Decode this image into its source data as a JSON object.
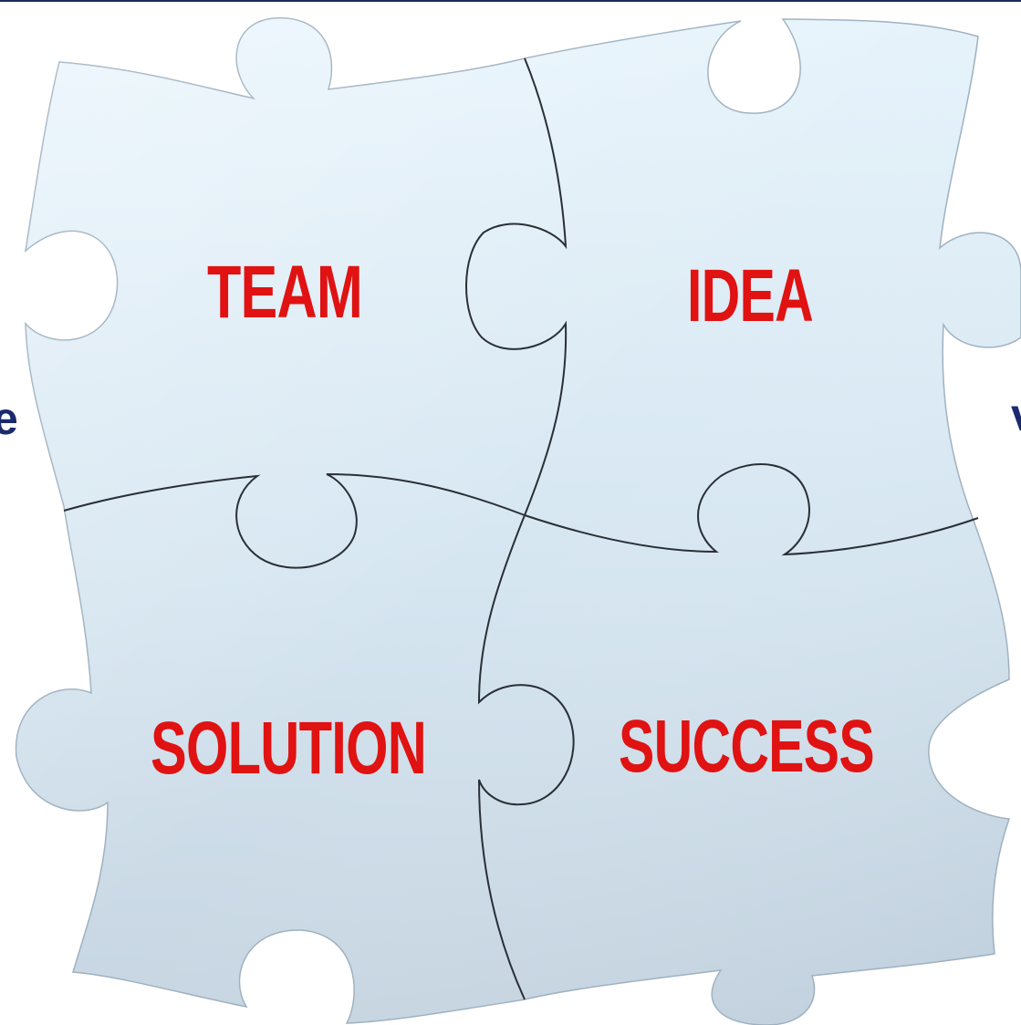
{
  "background": {
    "side_text_left": "e",
    "side_text_right": "v"
  },
  "puzzle": {
    "piece_color_top": "#e6f3fb",
    "piece_color_bottom": "#c6d5e1",
    "edge_color": "#2a2f36",
    "label_color": "#e01212",
    "pieces": [
      {
        "label": "TEAM"
      },
      {
        "label": "IDEA"
      },
      {
        "label": "SOLUTION"
      },
      {
        "label": "SUCCESS"
      }
    ]
  }
}
